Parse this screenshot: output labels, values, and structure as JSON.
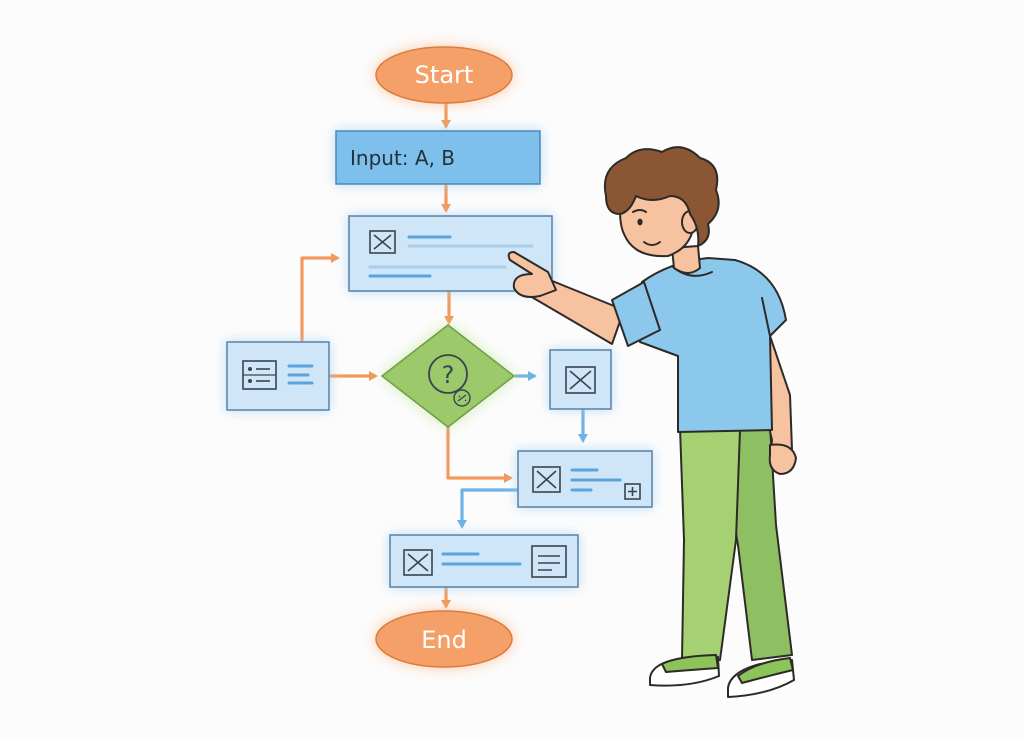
{
  "flowchart": {
    "start_label": "Start",
    "input_label": "Input: A, B",
    "decision_symbol": "?",
    "end_label": "End"
  },
  "colors": {
    "terminal": "#f4a068",
    "input_box": "#7ec0ec",
    "process_box": "#cfe5f8",
    "decision": "#9cc96b",
    "arrow_orange": "#f29a5c",
    "arrow_blue": "#6db3e6"
  },
  "icons": [
    "close-x-icon",
    "list-icon",
    "question-icon",
    "plus-icon",
    "document-icon"
  ]
}
